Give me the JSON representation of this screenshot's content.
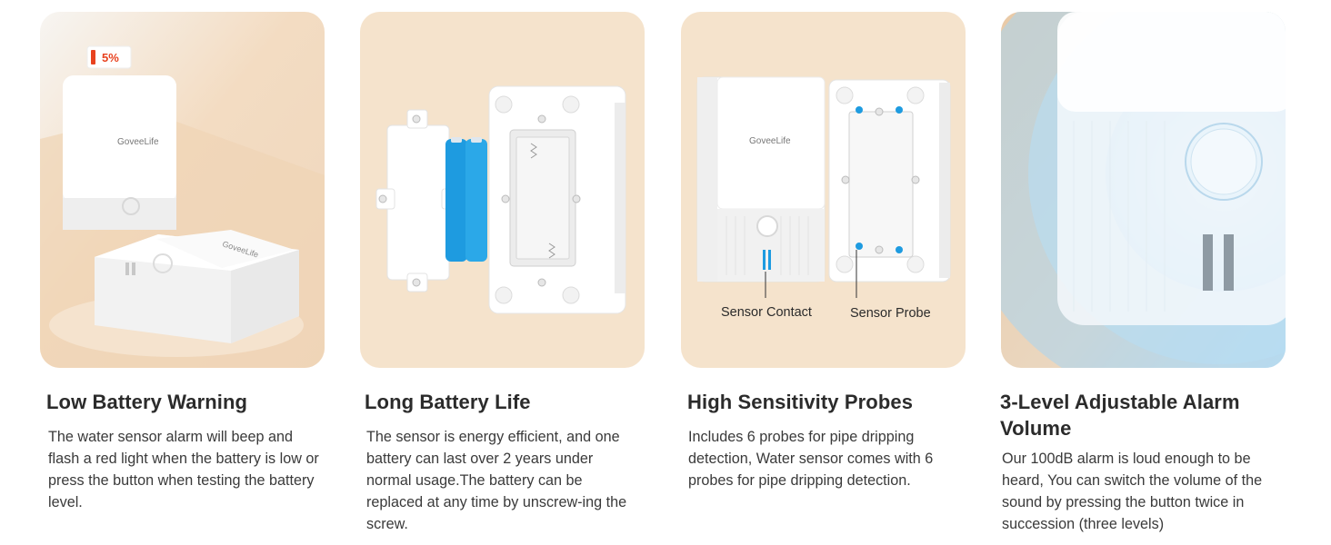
{
  "features": [
    {
      "title": "Low Battery Warning",
      "description": "The water sensor alarm will beep and flash a red light when the battery is low or press the button when testing the battery level.",
      "battery_label": "5%",
      "brand_top": "GoveeLife",
      "brand_bottom": "GoveeLife"
    },
    {
      "title": "Long Battery Life",
      "description": "The sensor is energy efficient, and one battery can last over 2 years under normal usage.The battery can be replaced at any time by unscrew-ing the screw."
    },
    {
      "title": "High Sensitivity Probes",
      "description": "Includes 6 probes for pipe dripping detection,  Water sensor comes with 6 probes for pipe dripping detection.",
      "brand": "GoveeLife",
      "sensor_contact_label": "Sensor Contact",
      "sensor_probe_label": "Sensor Probe"
    },
    {
      "title": "3-Level Adjustable Alarm Volume",
      "description": "Our 100dB alarm is loud enough to be heard, You can switch the volume of the sound by pressing the button twice in succession (three levels)"
    }
  ],
  "colors": {
    "accent_blue": "#1e9be0",
    "battery_red": "#e8421f",
    "card_beige": "#f5e3cc"
  }
}
